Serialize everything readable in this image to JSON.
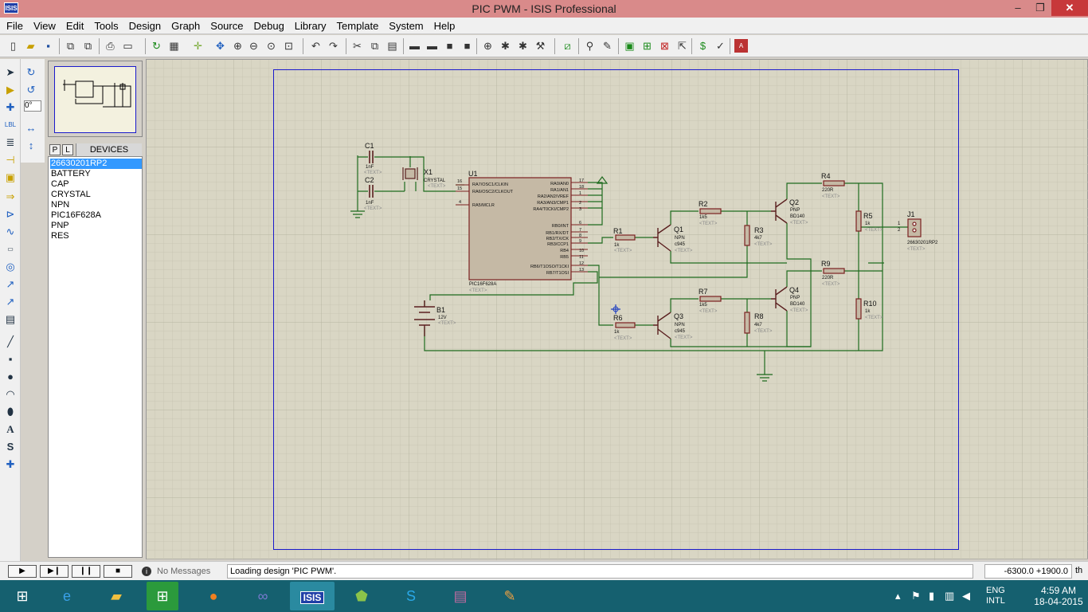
{
  "window": {
    "title": "PIC PWM - ISIS Professional",
    "app_badge": "ISIS",
    "minimize": "–",
    "restore": "❐",
    "close": "✕"
  },
  "menu": [
    "File",
    "View",
    "Edit",
    "Tools",
    "Design",
    "Graph",
    "Source",
    "Debug",
    "Library",
    "Template",
    "System",
    "Help"
  ],
  "left_tools": {
    "rotate_value": "0°"
  },
  "devices": {
    "tab_p": "P",
    "tab_l": "L",
    "title": "DEVICES",
    "items": [
      "26630201RP2",
      "BATTERY",
      "CAP",
      "CRYSTAL",
      "NPN",
      "PIC16F628A",
      "PNP",
      "RES"
    ],
    "selected_index": 0
  },
  "schematic": {
    "u1": {
      "ref": "U1",
      "part": "PIC16F628A",
      "text": "<TEXT>",
      "left_pins": [
        {
          "num": "17",
          "name": "RA0/AN0"
        },
        {
          "num": "18",
          "name": "RA1/AN1"
        },
        {
          "num": "1",
          "name": "RA2/AN2/VREF"
        },
        {
          "num": "2",
          "name": "RA3/AN3/CMP1"
        },
        {
          "num": "3",
          "name": "RA4/T0CKI/CMP2"
        },
        {
          "num": "6",
          "name": "RB0/INT"
        },
        {
          "num": "7",
          "name": "RB1/RX/DT"
        },
        {
          "num": "8",
          "name": "RB2/TX/CK"
        },
        {
          "num": "9",
          "name": "RB3/CCP1"
        },
        {
          "num": "10",
          "name": "RB4"
        },
        {
          "num": "11",
          "name": "RB5"
        },
        {
          "num": "12",
          "name": "RB6/T1OSO/T1CKI"
        },
        {
          "num": "13",
          "name": "RB7/T1OSI"
        }
      ],
      "osc_pins": [
        {
          "num": "16",
          "name": "RA7/OSC1/CLKIN"
        },
        {
          "num": "15",
          "name": "RA6/OSC2/CLKOUT"
        },
        {
          "num": "4",
          "name": "RA5/MCLR"
        }
      ]
    },
    "c1": {
      "ref": "C1",
      "value": "1nF"
    },
    "c2": {
      "ref": "C2",
      "value": "1nF"
    },
    "x1": {
      "ref": "X1",
      "value": "CRYSTAL"
    },
    "b1": {
      "ref": "B1",
      "value": "12V"
    },
    "r1": {
      "ref": "R1",
      "value": "1k"
    },
    "r2": {
      "ref": "R2",
      "value": "1k5"
    },
    "r3": {
      "ref": "R3",
      "value": "4k7"
    },
    "r4": {
      "ref": "R4",
      "value": "220R"
    },
    "r5": {
      "ref": "R5",
      "value": "1k"
    },
    "r6": {
      "ref": "R6",
      "value": "1k"
    },
    "r7": {
      "ref": "R7",
      "value": "1k5"
    },
    "r8": {
      "ref": "R8",
      "value": "4k7"
    },
    "r9": {
      "ref": "R9",
      "value": "220R"
    },
    "r10": {
      "ref": "R10",
      "value": "1k"
    },
    "q1": {
      "ref": "Q1",
      "type": "NPN",
      "part": "c945"
    },
    "q2": {
      "ref": "Q2",
      "type": "PNP",
      "part": "BD140"
    },
    "q3": {
      "ref": "Q3",
      "type": "NPN",
      "part": "c945"
    },
    "q4": {
      "ref": "Q4",
      "type": "PNP",
      "part": "BD140"
    },
    "j1": {
      "ref": "J1",
      "part": "26630201RP2",
      "pin1": "1",
      "pin2": "2"
    },
    "placeholder": "<TEXT>"
  },
  "status": {
    "no_messages": "No Messages",
    "loading": "Loading design 'PIC PWM'.",
    "coords": "-6300.0  +1900.0",
    "units": "th"
  },
  "taskbar": {
    "lang_line1": "ENG",
    "lang_line2": "INTL",
    "time": "4:59 AM",
    "date": "18-04-2015"
  }
}
